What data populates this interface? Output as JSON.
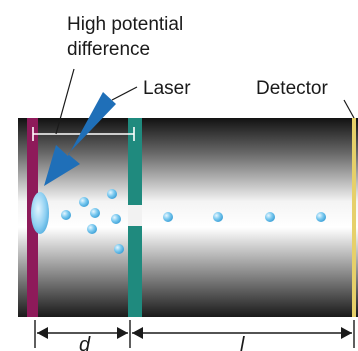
{
  "labels": {
    "potential_line1": "High potential",
    "potential_line2": "difference",
    "laser": "Laser",
    "detector": "Detector",
    "dim_d": "d",
    "dim_l": "l"
  },
  "colors": {
    "source_plate": "#8e1a5a",
    "grid_plate": "#1f8a7e",
    "laser_arrow": "#1f6fb8",
    "ions": "#5ab8e6",
    "detector_plate": "#e6d06a"
  }
}
